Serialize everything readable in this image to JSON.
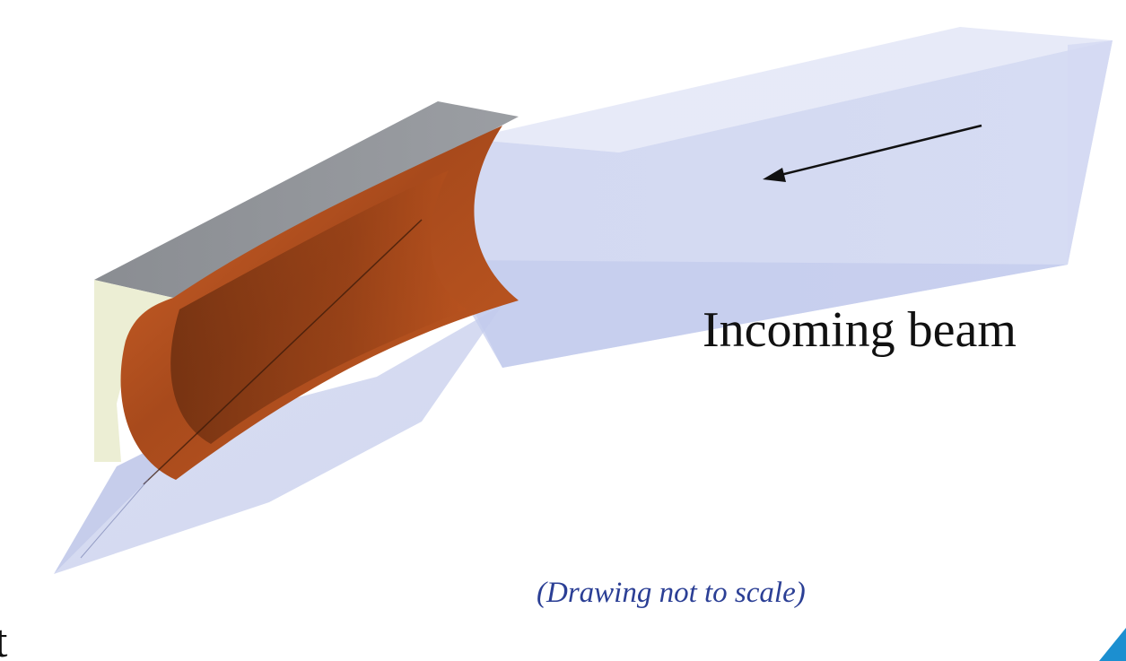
{
  "labels": {
    "incoming_beam": "Incoming beam",
    "scale_note": "(Drawing not to scale)",
    "stray_letter": "t"
  },
  "colors": {
    "beam": "#bcc6ea",
    "mirror_top": "#8f9297",
    "mirror_end": "#eceed4",
    "mirror_surface": "#c75a1f",
    "mirror_surface_dark": "#7a3412",
    "note_text": "#2b3f95",
    "corner_accent": "#1c8fd0"
  },
  "icons": {
    "direction_arrow": "arrow-left-icon"
  }
}
